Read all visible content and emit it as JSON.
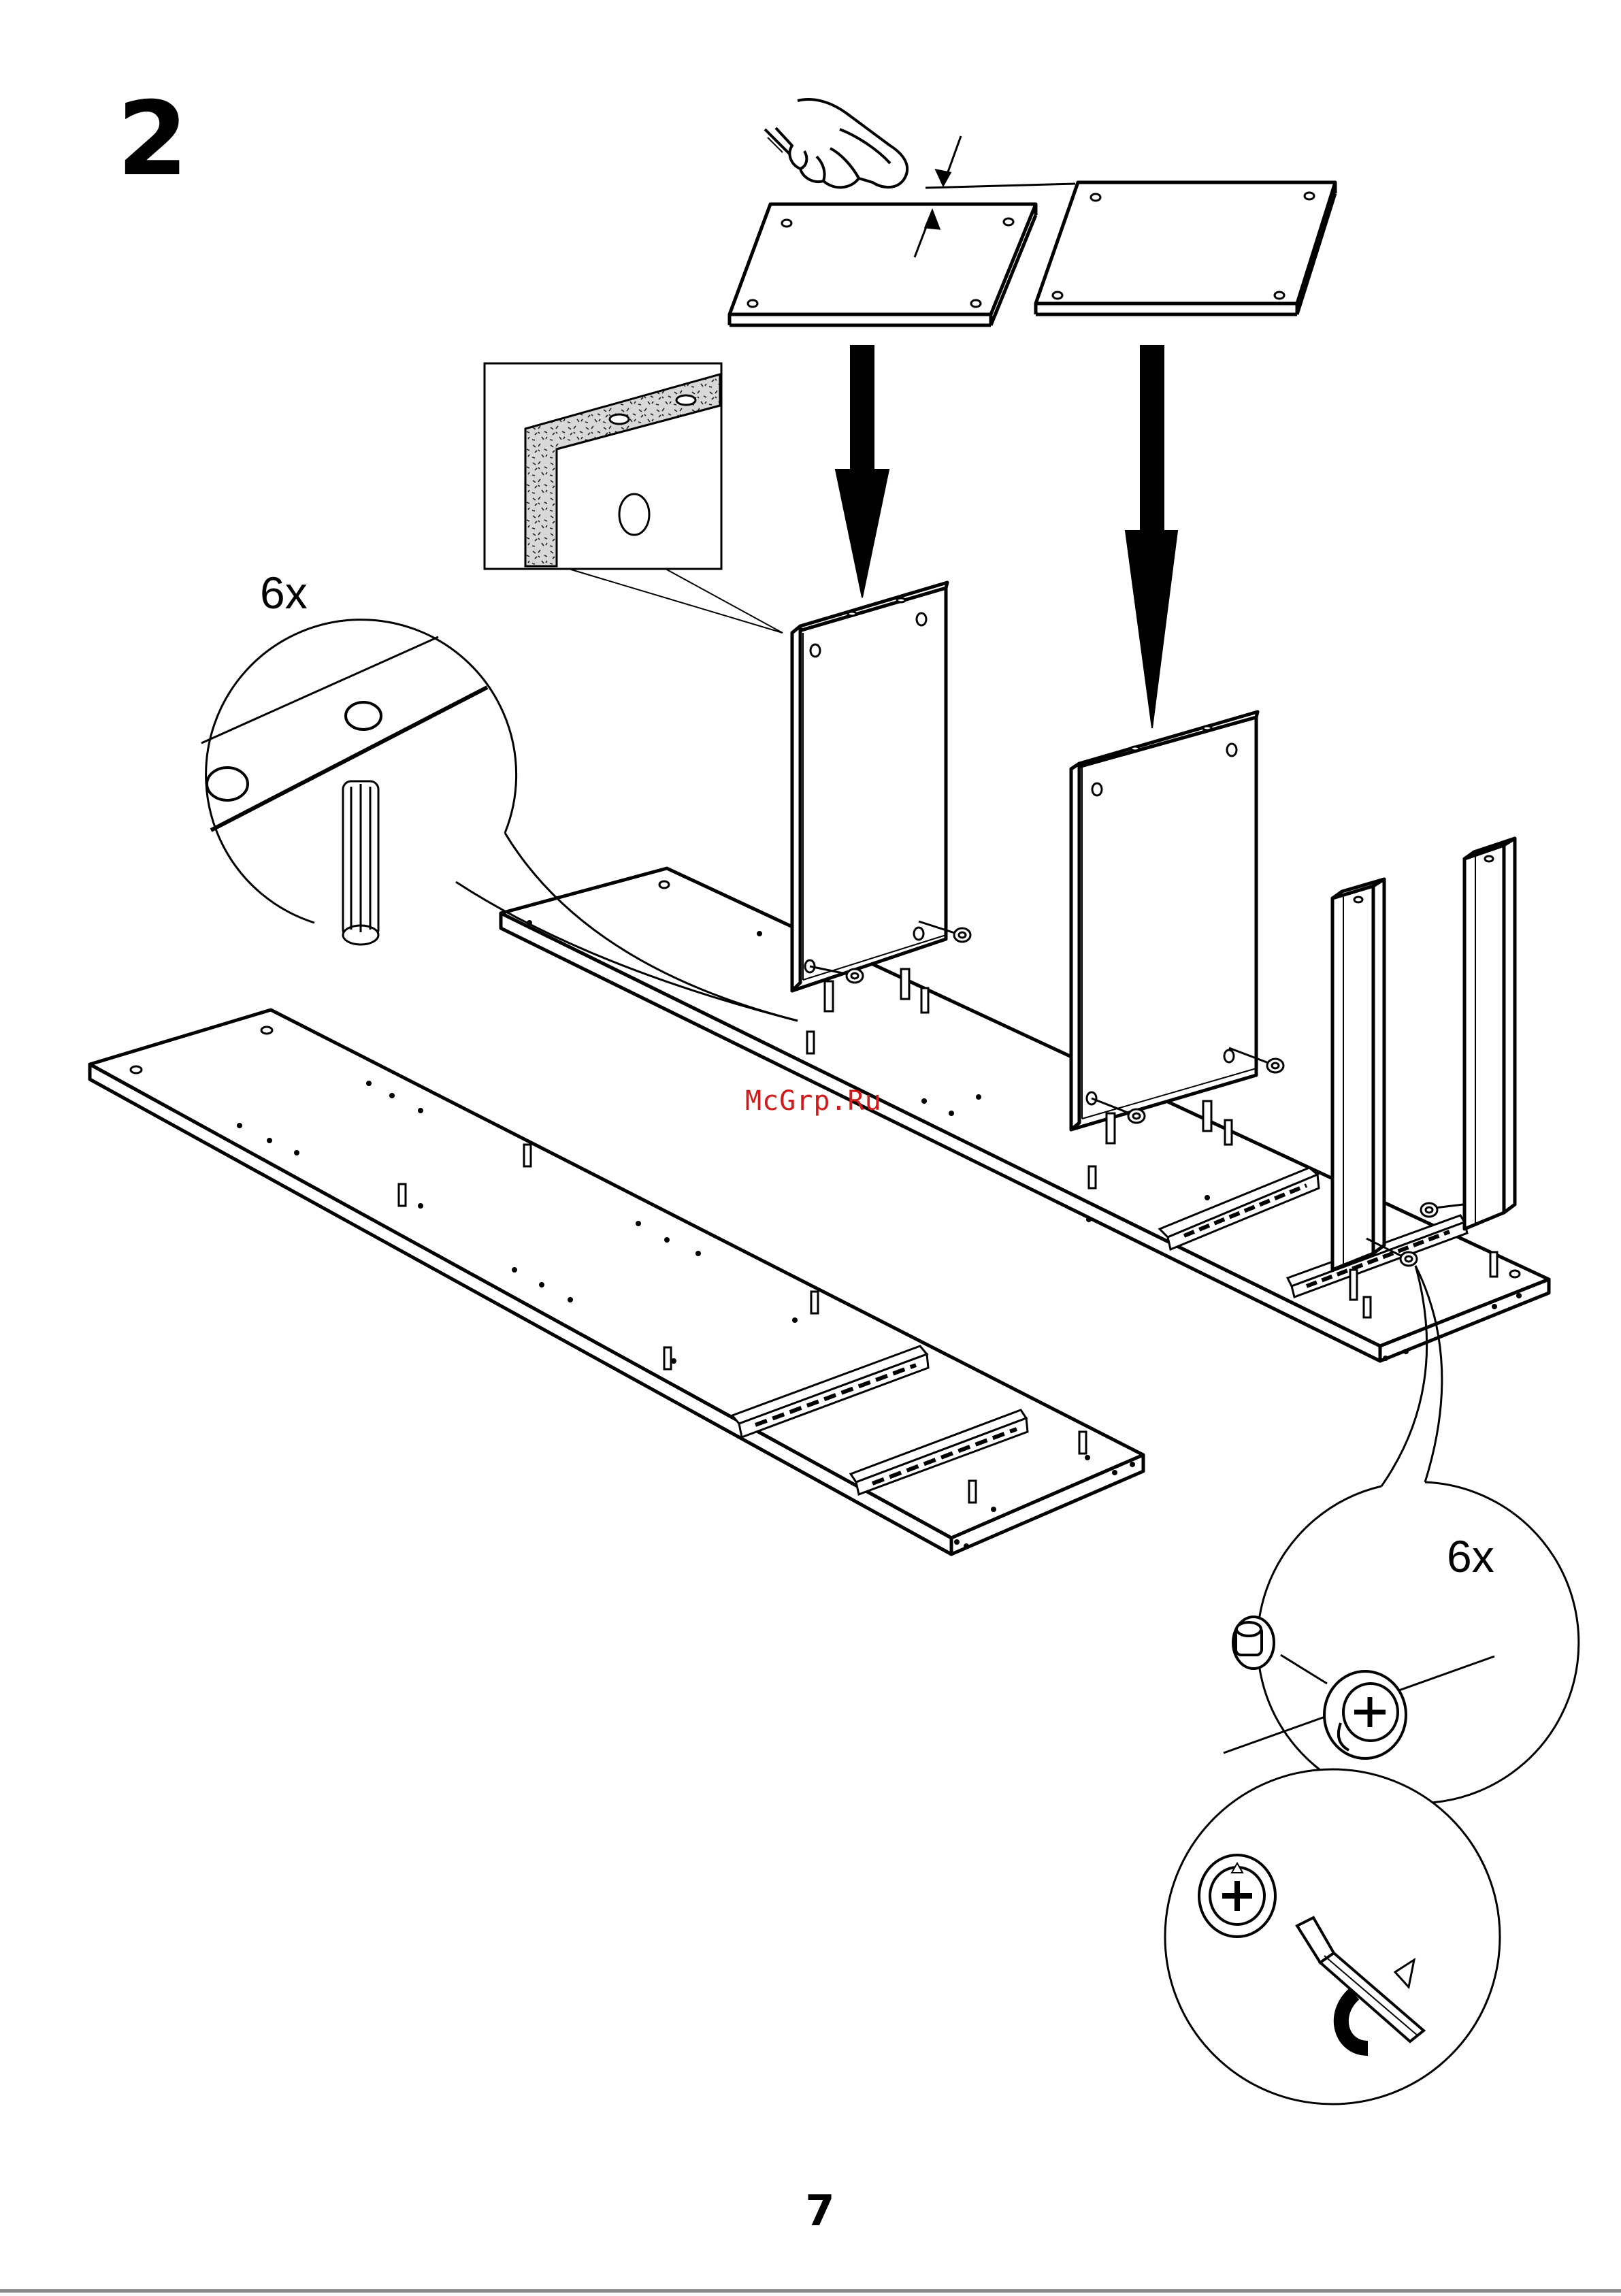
{
  "step": {
    "number": "2"
  },
  "page": {
    "number": "7"
  },
  "watermark": {
    "text": "McGrp.Ru",
    "color": "#d11a1a"
  },
  "callouts": {
    "dowel_quantity": "6x",
    "cam_lock_quantity": "6x"
  },
  "colors": {
    "ink": "#000000",
    "paper": "#ffffff",
    "rule": "#8a8a8a"
  },
  "icons": [
    "pressing-hand-icon",
    "thickness-arrows-icon",
    "down-arrow-icon",
    "wooden-dowel-icon",
    "cam-lock-icon",
    "screwdriver-icon",
    "rotate-arrow-icon"
  ]
}
